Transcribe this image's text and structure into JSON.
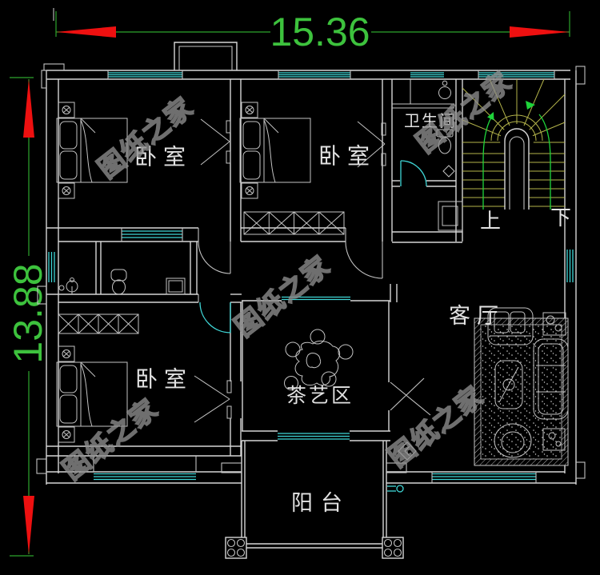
{
  "watermark": "图纸之家",
  "dimensions": {
    "width": "15.36",
    "height": "13.88"
  },
  "rooms": {
    "bedroom_top_left": "卧室",
    "bedroom_top_middle": "卧室",
    "bedroom_bottom_left": "卧室",
    "bathroom": "卫生间",
    "living_room": "客厅",
    "tea_area": "茶艺区",
    "balcony": "阳台"
  },
  "stairs": {
    "up": "上",
    "down": "下"
  },
  "colors": {
    "background": "#000000",
    "walls": "#d6d6d6",
    "furniture": "#c3c3c3",
    "window_cyan": "#3fd6d6",
    "dimension_green": "#2da52d",
    "arrow_red": "#ee1010",
    "stair_yellow": "#b3b34a",
    "stair_arrow_green": "#1ed43a",
    "label_white": "#e2e2e2",
    "watermark_gray": "#8f8f8f"
  }
}
